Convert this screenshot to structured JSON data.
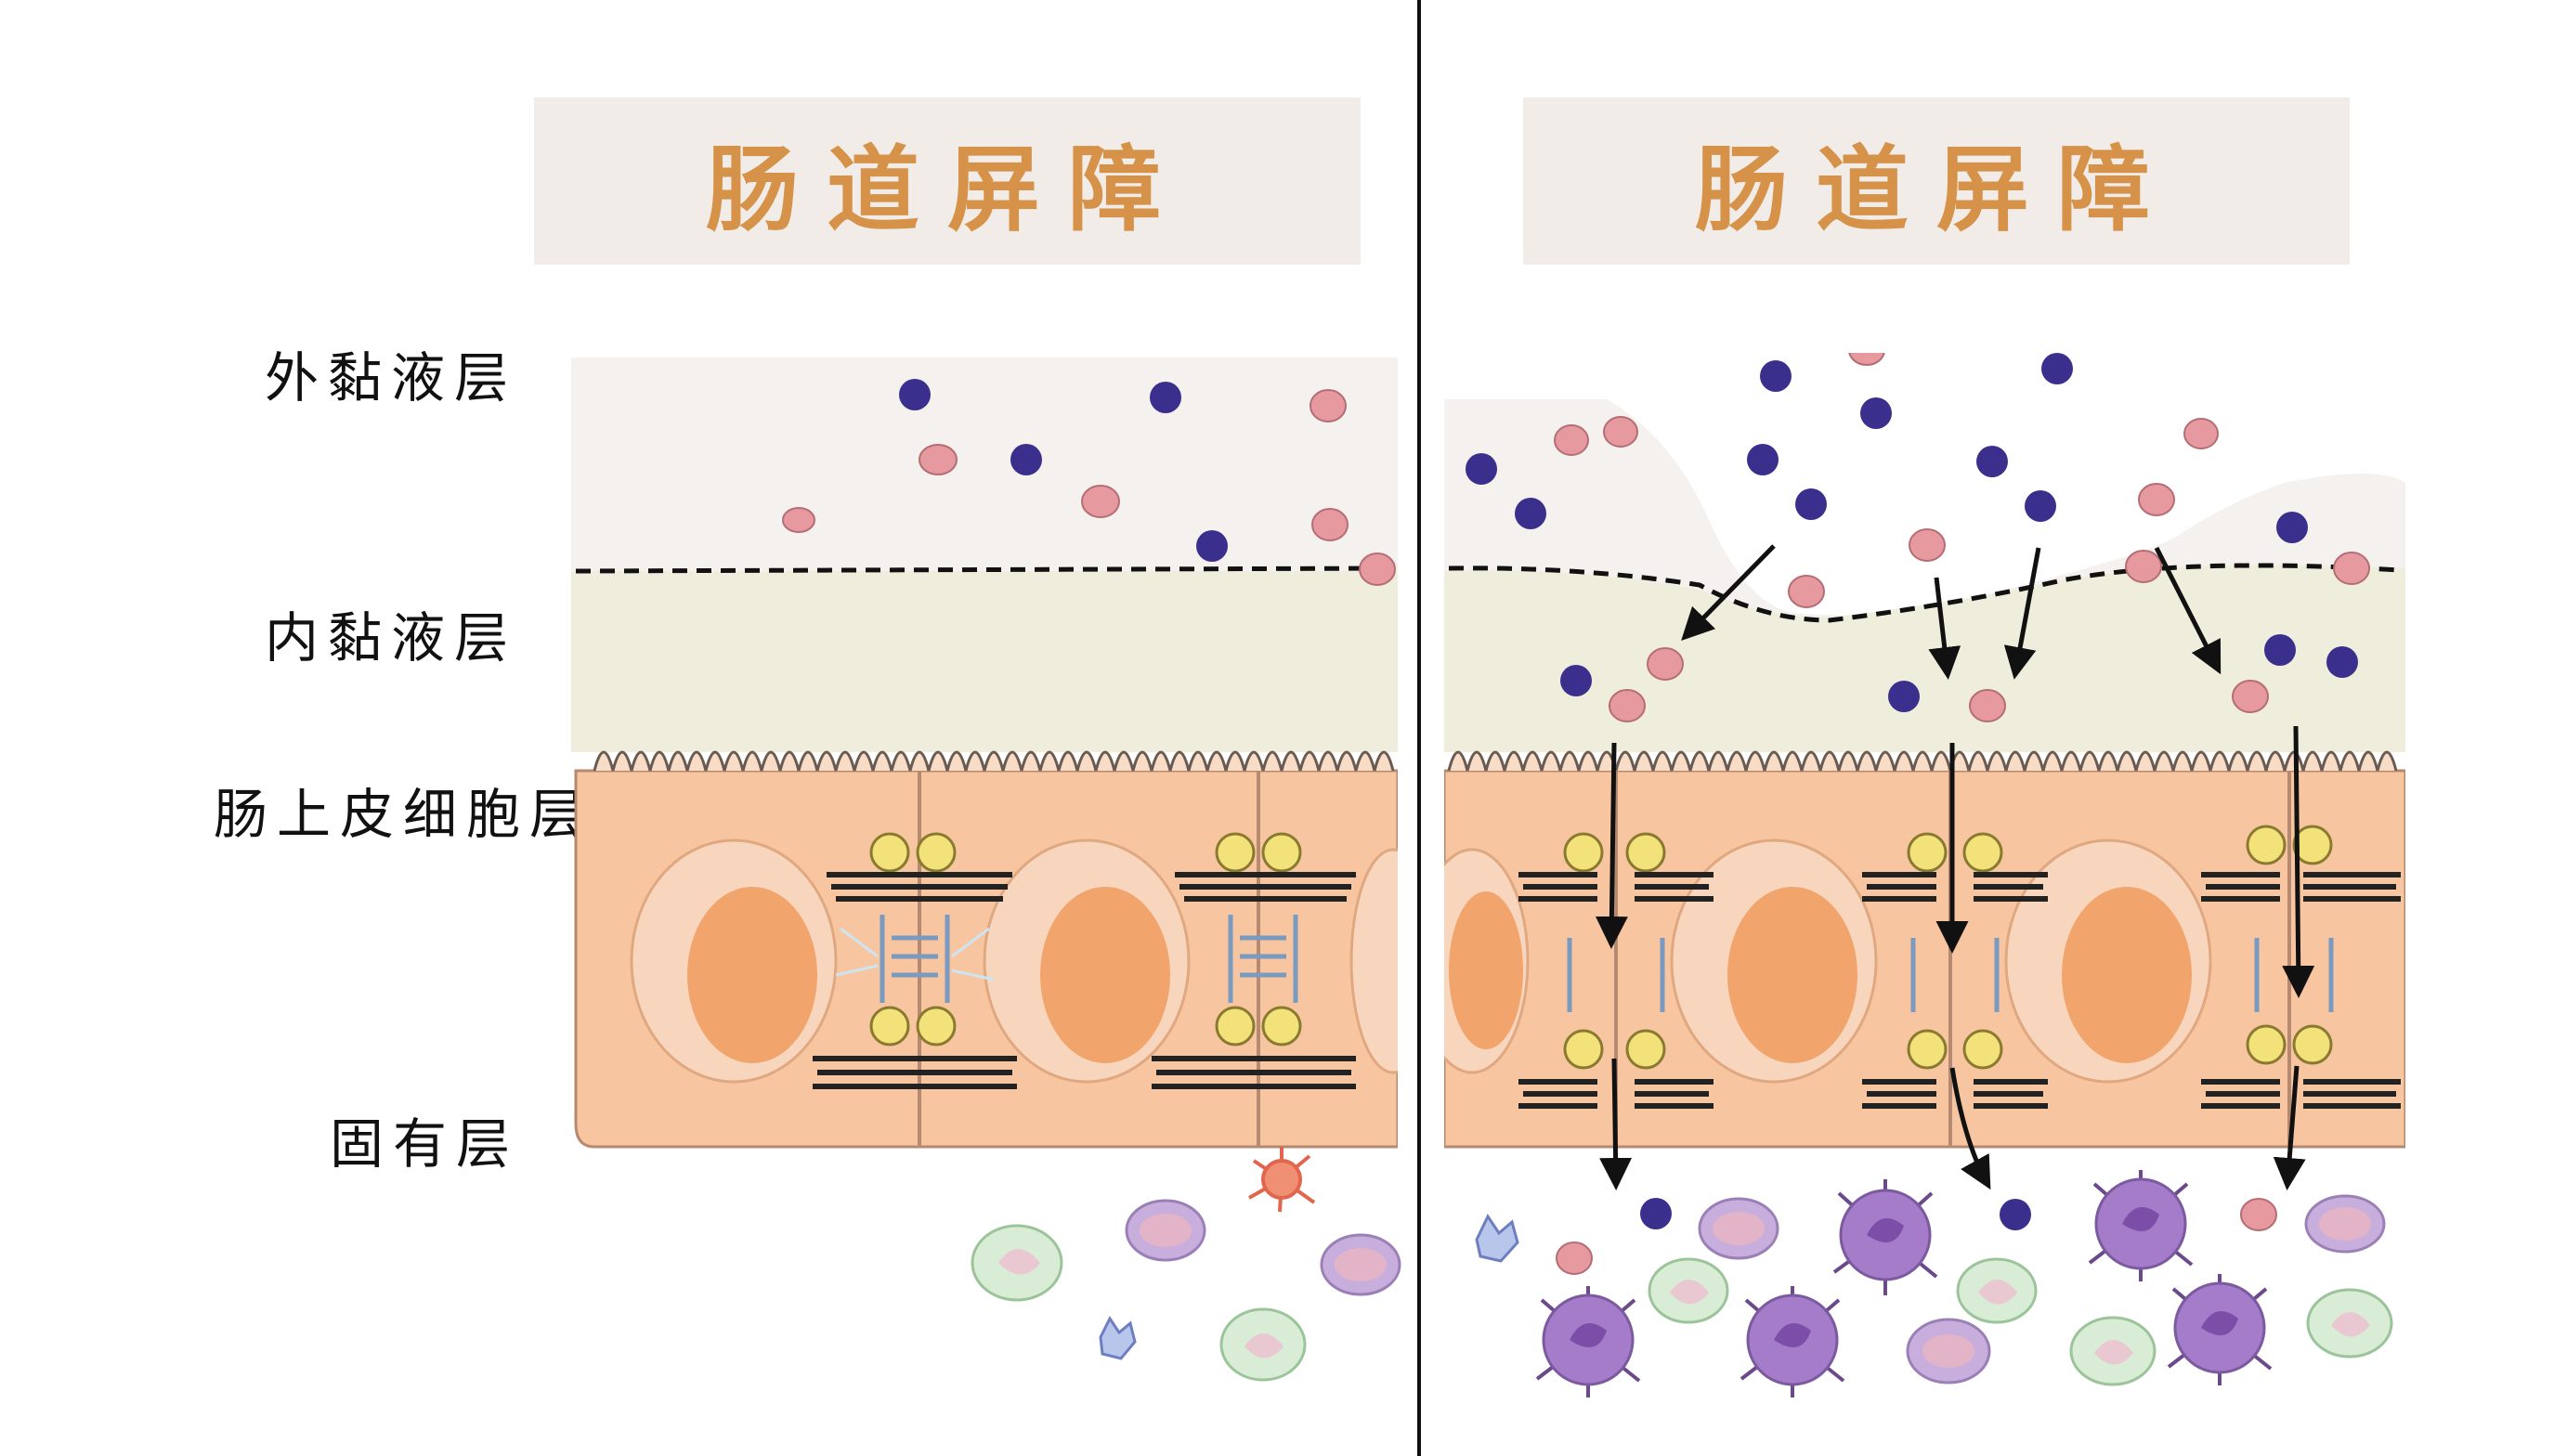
{
  "panels": {
    "left": {
      "title": "肠道屏障"
    },
    "right": {
      "title": "肠道屏障"
    }
  },
  "layer_labels": {
    "outer_mucus": "外黏液层",
    "inner_mucus": "内黏液层",
    "epithelium": "肠上皮细胞层",
    "lamina_propria": "固有层"
  },
  "colors": {
    "title_text": "#d59248",
    "banner_bg": "#f1ece8",
    "outer_mucus": "#f4f1ee",
    "inner_mucus": "#efeedd",
    "epithelium": "#f7c6a0",
    "nucleus": "#f1a56c",
    "tight_junction": "#f3e27a",
    "bacteria_purple": "#3a2f8c",
    "bacteria_pink": "#e69aa0",
    "immune_cell": "#a57cc9"
  }
}
